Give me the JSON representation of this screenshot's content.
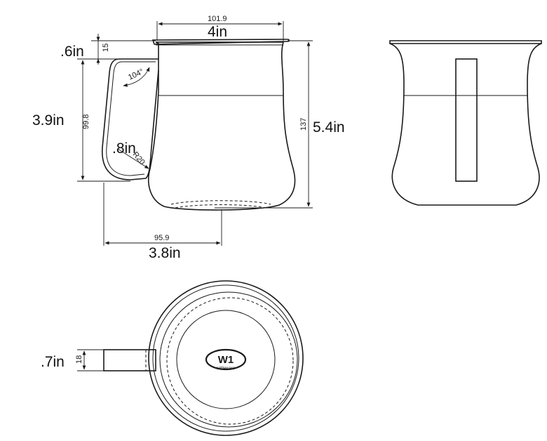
{
  "side_view": {
    "rim_width_mm": "101.9",
    "rim_width_in": "4in",
    "rim_thickness_mm": "15",
    "rim_thickness_in": ".6in",
    "handle_angle": "104°",
    "handle_height_mm": "99.8",
    "handle_height_in": "3.9in",
    "handle_radius": "R20",
    "handle_radius_in": ".8in",
    "total_height_mm": "137",
    "total_height_in": "5.4in",
    "depth_mm": "95.9",
    "depth_in": "3.8in"
  },
  "top_view": {
    "handle_width_mm": "18",
    "handle_width_in": ".7in",
    "logo_mark": "W1",
    "logo_text": "rattleware"
  }
}
